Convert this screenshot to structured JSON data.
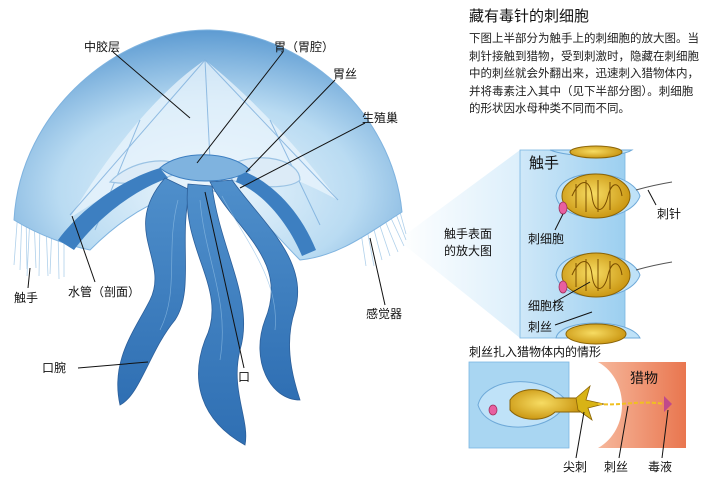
{
  "title": "藏有毒针的刺细胞",
  "description": "下图上半部分为触手上的刺细胞的放大图。当刺针接触到猎物，受到刺激时，隐藏在刺细胞中的刺丝就会外翻出来，迅速刺入猎物体内，并将毒素注入其中（见下半部分图）。刺细胞的形状因水母种类不同而不同。",
  "jellyfish_labels": {
    "mesoglea": "中胶层",
    "stomach": "胃（胃腔）",
    "gastric_filament": "胃丝",
    "gonad": "生殖巢",
    "tentacle": "触手",
    "canal": "水管（剖面）",
    "sense_organ": "感觉器",
    "oral_arm": "口腕",
    "mouth": "口"
  },
  "magnified": {
    "caption": "触手表面的放大图",
    "heading": "触手",
    "trigger": "刺针",
    "cnidocyte": "刺细胞",
    "nucleus": "细胞核",
    "thread": "刺丝"
  },
  "sting": {
    "caption": "刺丝扎入猎物体内的情形",
    "prey": "猎物",
    "barb": "尖刺",
    "thread": "刺丝",
    "venom": "毒液"
  },
  "colors": {
    "bell_light": "#d7ebf8",
    "bell_mid": "#8fc0e4",
    "bell_dark": "#3d7fc1",
    "panel_blue": "#a9d6f2",
    "cell_yellow": "#e8b820",
    "prey_red": "#ef8d6a"
  }
}
